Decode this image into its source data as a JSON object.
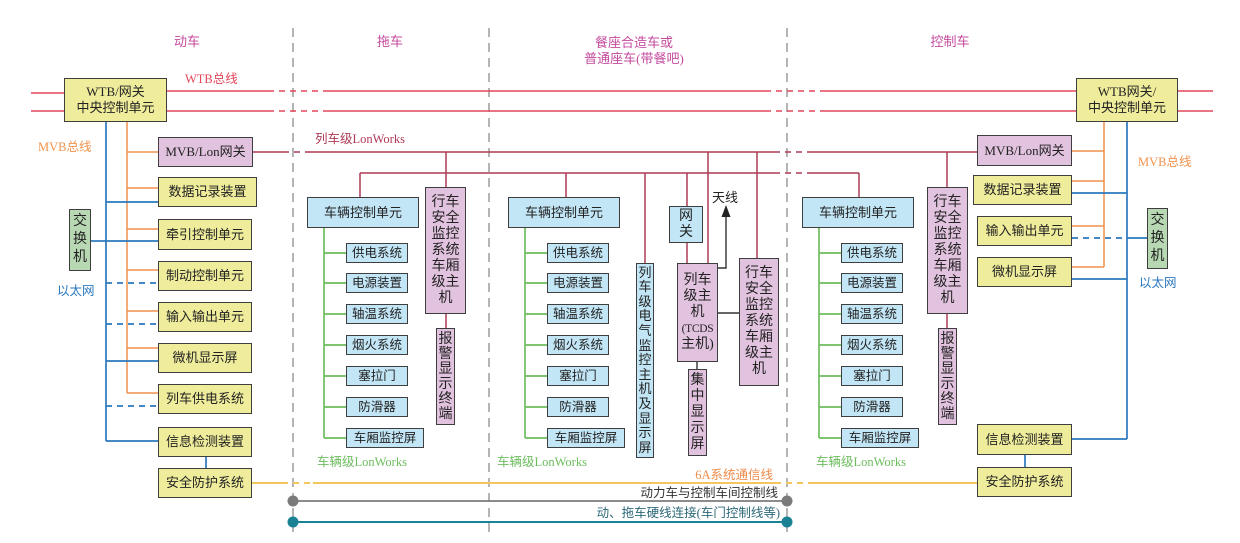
{
  "headings": {
    "power_car": "动车",
    "trailer": "拖车",
    "dining_line1": "餐座合造车或",
    "dining_line2": "普通座车(带餐吧)",
    "control_car": "控制车"
  },
  "bus_labels": {
    "wtb": "WTB总线",
    "mvb_left": "MVB总线",
    "mvb_right": "MVB总线",
    "ethernet_left": "以太网",
    "ethernet_right": "以太网",
    "train_lonworks": "列车级LonWorks",
    "vehicle_lonworks_trailer": "车辆级LonWorks",
    "vehicle_lonworks_dining": "车辆级LonWorks",
    "vehicle_lonworks_control": "车辆级LonWorks",
    "comm_6a": "6A系统通信线",
    "control_line": "动力车与控制车间控制线",
    "hardwire": "动、拖车硬线连接(车门控制线等)"
  },
  "power_car": {
    "gateway": [
      "WTB/网关",
      "中央控制单元"
    ],
    "switch": "交换机",
    "mvb_lon_gateway": "MVB/Lon网关",
    "data_recorder": "数据记录装置",
    "traction_control": "牵引控制单元",
    "brake_control": "制动控制单元",
    "io_unit": "输入输出单元",
    "display": "微机显示屏",
    "train_power_supply": "列车供电系统",
    "info_detection": "信息检测装置",
    "safety_protection": "安全防护系统"
  },
  "trailer": {
    "vcu": "车辆控制单元",
    "subsystems": [
      "供电系统",
      "电源装置",
      "轴温系统",
      "烟火系统",
      "塞拉门",
      "防滑器",
      "车厢监控屏"
    ],
    "safety_host": "行车安全监控系统车厢级主机",
    "alarm_terminal": "报警显示终端"
  },
  "dining": {
    "vcu": "车辆控制单元",
    "subsystems": [
      "供电系统",
      "电源装置",
      "轴温系统",
      "烟火系统",
      "塞拉门",
      "防滑器",
      "车厢监控屏"
    ],
    "electrical_monitor": "列车级电气监控主机及显示屏",
    "gateway": "网关",
    "train_host": [
      "列车",
      "级主",
      "机",
      "(TCDS",
      "主机)"
    ],
    "antenna": "天线",
    "central_display": "集中显示屏",
    "safety_host": "行车安全监控系统车厢级主机"
  },
  "control_car": {
    "gateway": [
      "WTB网关/",
      "中央控制单元"
    ],
    "switch": "交换机",
    "mvb_lon_gateway": "MVB/Lon网关",
    "data_recorder": "数据记录装置",
    "io_unit": "输入输出单元",
    "display": "微机显示屏",
    "info_detection": "信息检测装置",
    "safety_protection": "安全防护系统",
    "vcu": "车辆控制单元",
    "subsystems": [
      "供电系统",
      "电源装置",
      "轴温系统",
      "烟火系统",
      "塞拉门",
      "防滑器",
      "车厢监控屏"
    ],
    "safety_host": "行车安全监控系统车厢级主机",
    "alarm_terminal": "报警显示终端"
  },
  "colors": {
    "wtb": "#e2465a",
    "train_lonworks": "#ad3a55",
    "mvb": "#f0924c",
    "ethernet": "#2b78bf",
    "vehicle_lonworks": "#6cbd5e",
    "comm_6a": "#f4c65e",
    "comm_6a_text": "#ee8c4c",
    "control_line": "#7b7b7b",
    "hardwire": "#1a8293",
    "hardwire_text": "#2c6878",
    "heading": "#c44a9e",
    "box_yellow": "#efed9c",
    "box_pink": "#e2c3df",
    "box_blue": "#c3e6f6",
    "box_green": "#b8d8b3"
  }
}
